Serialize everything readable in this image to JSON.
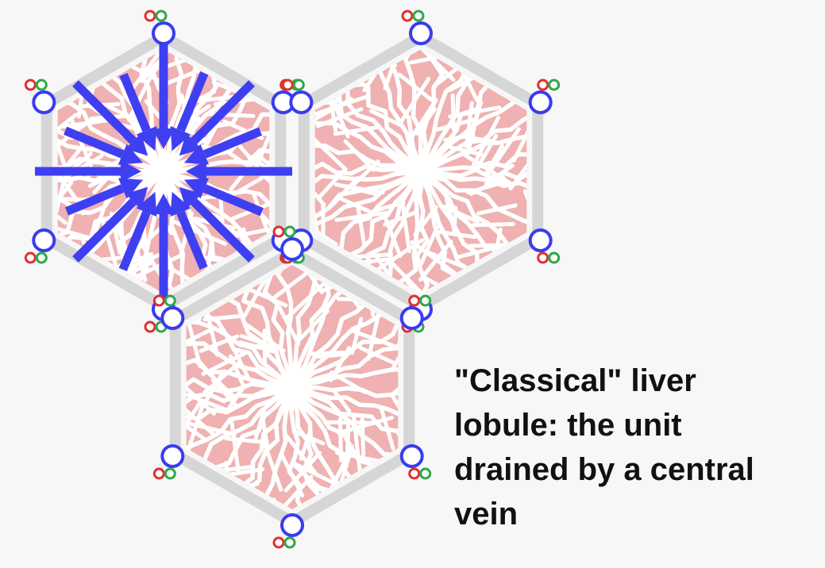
{
  "caption": {
    "lines": [
      "\"Classical\" liver",
      "lobule: the unit",
      "drained by a central",
      "vein"
    ]
  },
  "diagram": {
    "lobule_count": 3,
    "arrow_direction": "toward central vein",
    "arrows_shown_in": "top-left lobule"
  },
  "colors": {
    "background": "#f7f7f7",
    "hepatocyte_cords": "#efb1b1",
    "lobule_border": "#d6d6d6",
    "portal_vein": "#3b3bf0",
    "hepatic_artery": "#e03030",
    "bile_duct": "#2fa84a",
    "arrows": "#3f3ff2",
    "central_vein": "#ffffff"
  }
}
